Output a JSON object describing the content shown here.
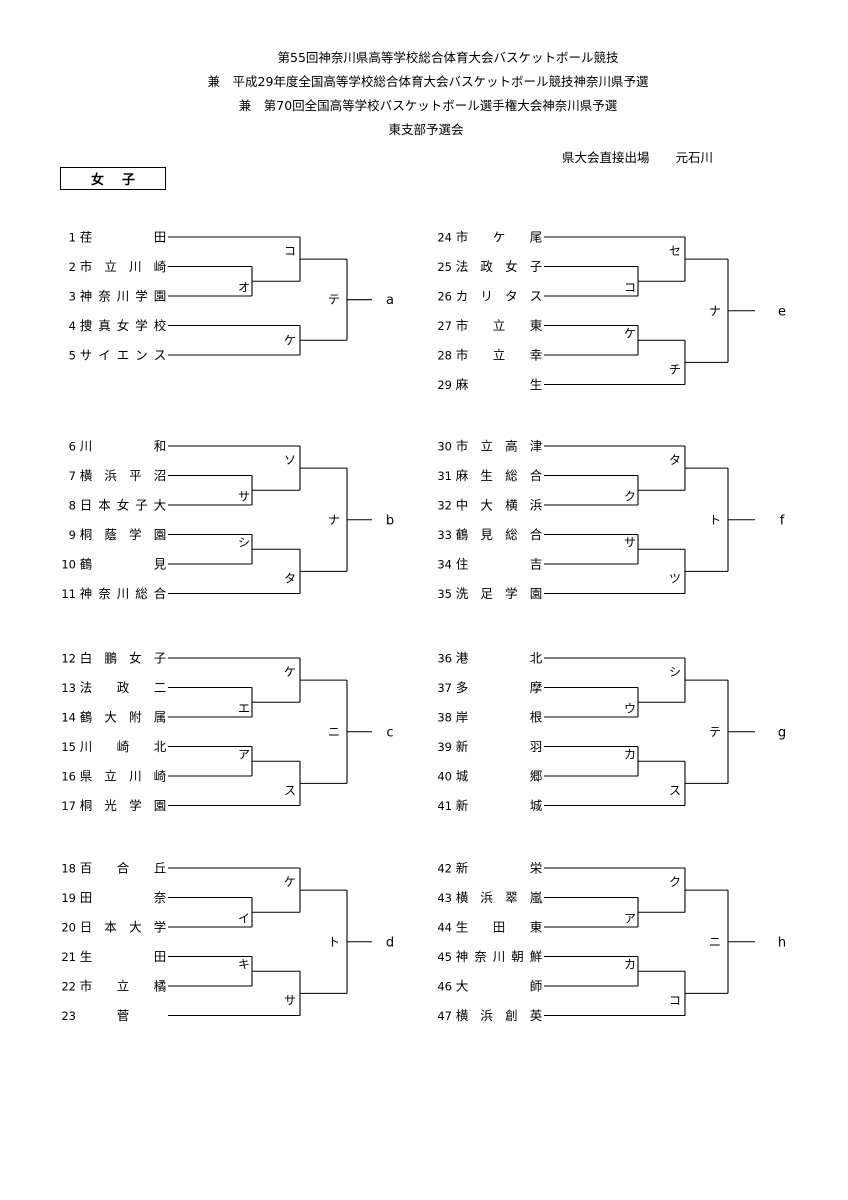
{
  "header": {
    "lines": [
      "第55回神奈川県高等学校総合体育大会バスケットボール競技",
      "兼　平成29年度全国高等学校総合体育大会バスケットボール競技神奈川県予選",
      "兼　第70回全国高等学校バスケットボール選手権大会神奈川県予選",
      "東支部予選会"
    ],
    "direct_label": "県大会直接出場",
    "direct_school": "元石川"
  },
  "division": "女子",
  "blocks": [
    {
      "label": "a",
      "final_mark": "テ",
      "teams": [
        [
          "1",
          "荏田"
        ],
        [
          "2",
          "市立川崎"
        ],
        [
          "3",
          "神奈川学園"
        ],
        [
          "4",
          "捜真女学校"
        ],
        [
          "5",
          "サイエンス"
        ]
      ],
      "marks": [
        "オ",
        "コ",
        "ケ"
      ]
    },
    {
      "label": "b",
      "final_mark": "ナ",
      "teams": [
        [
          "6",
          "川和"
        ],
        [
          "7",
          "横浜平沼"
        ],
        [
          "8",
          "日本女子大"
        ],
        [
          "9",
          "桐蔭学園"
        ],
        [
          "10",
          "鶴見"
        ],
        [
          "11",
          "神奈川総合"
        ]
      ],
      "marks": [
        "サ",
        "ソ",
        "シ",
        "タ"
      ]
    },
    {
      "label": "c",
      "final_mark": "ニ",
      "teams": [
        [
          "12",
          "白鵬女子"
        ],
        [
          "13",
          "法政二"
        ],
        [
          "14",
          "鶴大附属"
        ],
        [
          "15",
          "川崎北"
        ],
        [
          "16",
          "県立川崎"
        ],
        [
          "17",
          "桐光学園"
        ]
      ],
      "marks": [
        "エ",
        "ケ",
        "ア",
        "ス"
      ]
    },
    {
      "label": "d",
      "final_mark": "ト",
      "teams": [
        [
          "18",
          "百合丘"
        ],
        [
          "19",
          "田奈"
        ],
        [
          "20",
          "日本大学"
        ],
        [
          "21",
          "生田"
        ],
        [
          "22",
          "市立橘"
        ],
        [
          "23",
          "菅"
        ]
      ],
      "marks": [
        "イ",
        "ケ",
        "キ",
        "サ"
      ]
    },
    {
      "label": "e",
      "final_mark": "ナ",
      "teams": [
        [
          "24",
          "市ケ尾"
        ],
        [
          "25",
          "法政女子"
        ],
        [
          "26",
          "カリタス"
        ],
        [
          "27",
          "市立東"
        ],
        [
          "28",
          "市立幸"
        ],
        [
          "29",
          "麻生"
        ]
      ],
      "marks": [
        "コ",
        "セ",
        "ケ",
        "チ"
      ]
    },
    {
      "label": "f",
      "final_mark": "ト",
      "teams": [
        [
          "30",
          "市立高津"
        ],
        [
          "31",
          "麻生総合"
        ],
        [
          "32",
          "中大横浜"
        ],
        [
          "33",
          "鶴見総合"
        ],
        [
          "34",
          "住吉"
        ],
        [
          "35",
          "洗足学園"
        ]
      ],
      "marks": [
        "ク",
        "タ",
        "サ",
        "ツ"
      ]
    },
    {
      "label": "g",
      "final_mark": "テ",
      "teams": [
        [
          "36",
          "港北"
        ],
        [
          "37",
          "多摩"
        ],
        [
          "38",
          "岸根"
        ],
        [
          "39",
          "新羽"
        ],
        [
          "40",
          "城郷"
        ],
        [
          "41",
          "新城"
        ]
      ],
      "marks": [
        "ウ",
        "シ",
        "カ",
        "ス"
      ]
    },
    {
      "label": "h",
      "final_mark": "ニ",
      "teams": [
        [
          "42",
          "新栄"
        ],
        [
          "43",
          "横浜翠嵐"
        ],
        [
          "44",
          "生田東"
        ],
        [
          "45",
          "神奈川朝鮮"
        ],
        [
          "46",
          "大師"
        ],
        [
          "47",
          "横浜創英"
        ]
      ],
      "marks": [
        "ア",
        "ク",
        "カ",
        "コ"
      ]
    }
  ]
}
